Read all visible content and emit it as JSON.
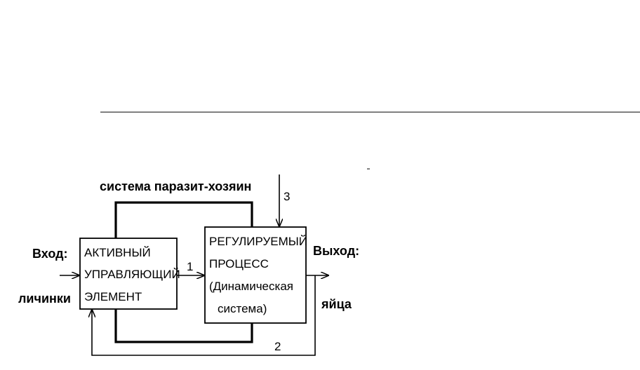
{
  "diagram": {
    "top_label": "система паразит-хозяин",
    "input_label": "Вход:",
    "input_sub_label": "личинки",
    "output_label": "Выход:",
    "output_sub_label": "яйца",
    "active_element": {
      "line1": "АКТИВНЫЙ",
      "line2": "УПРАВЛЯЮЩИЙ",
      "line3": "ЭЛЕМЕНТ"
    },
    "regulated_process": {
      "line1": "РЕГУЛИРУЕМЫЙ",
      "line2": "ПРОЦЕСС",
      "line3": "(Динамическая",
      "line4": "система)"
    },
    "signal_1": "1",
    "signal_2": "2",
    "signal_3": "3"
  }
}
